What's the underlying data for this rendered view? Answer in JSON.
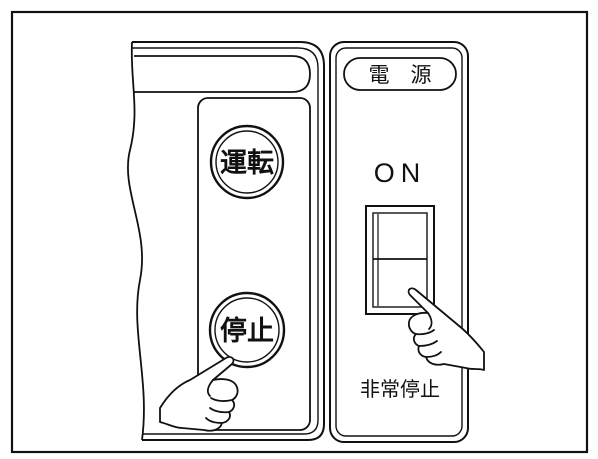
{
  "panel": {
    "run_button_label": "運転",
    "stop_button_label": "停止"
  },
  "power_panel": {
    "title": "電　源",
    "on_label": "ON",
    "emergency_stop_label": "非常停止"
  },
  "colors": {
    "line": "#111111",
    "background": "#ffffff"
  }
}
